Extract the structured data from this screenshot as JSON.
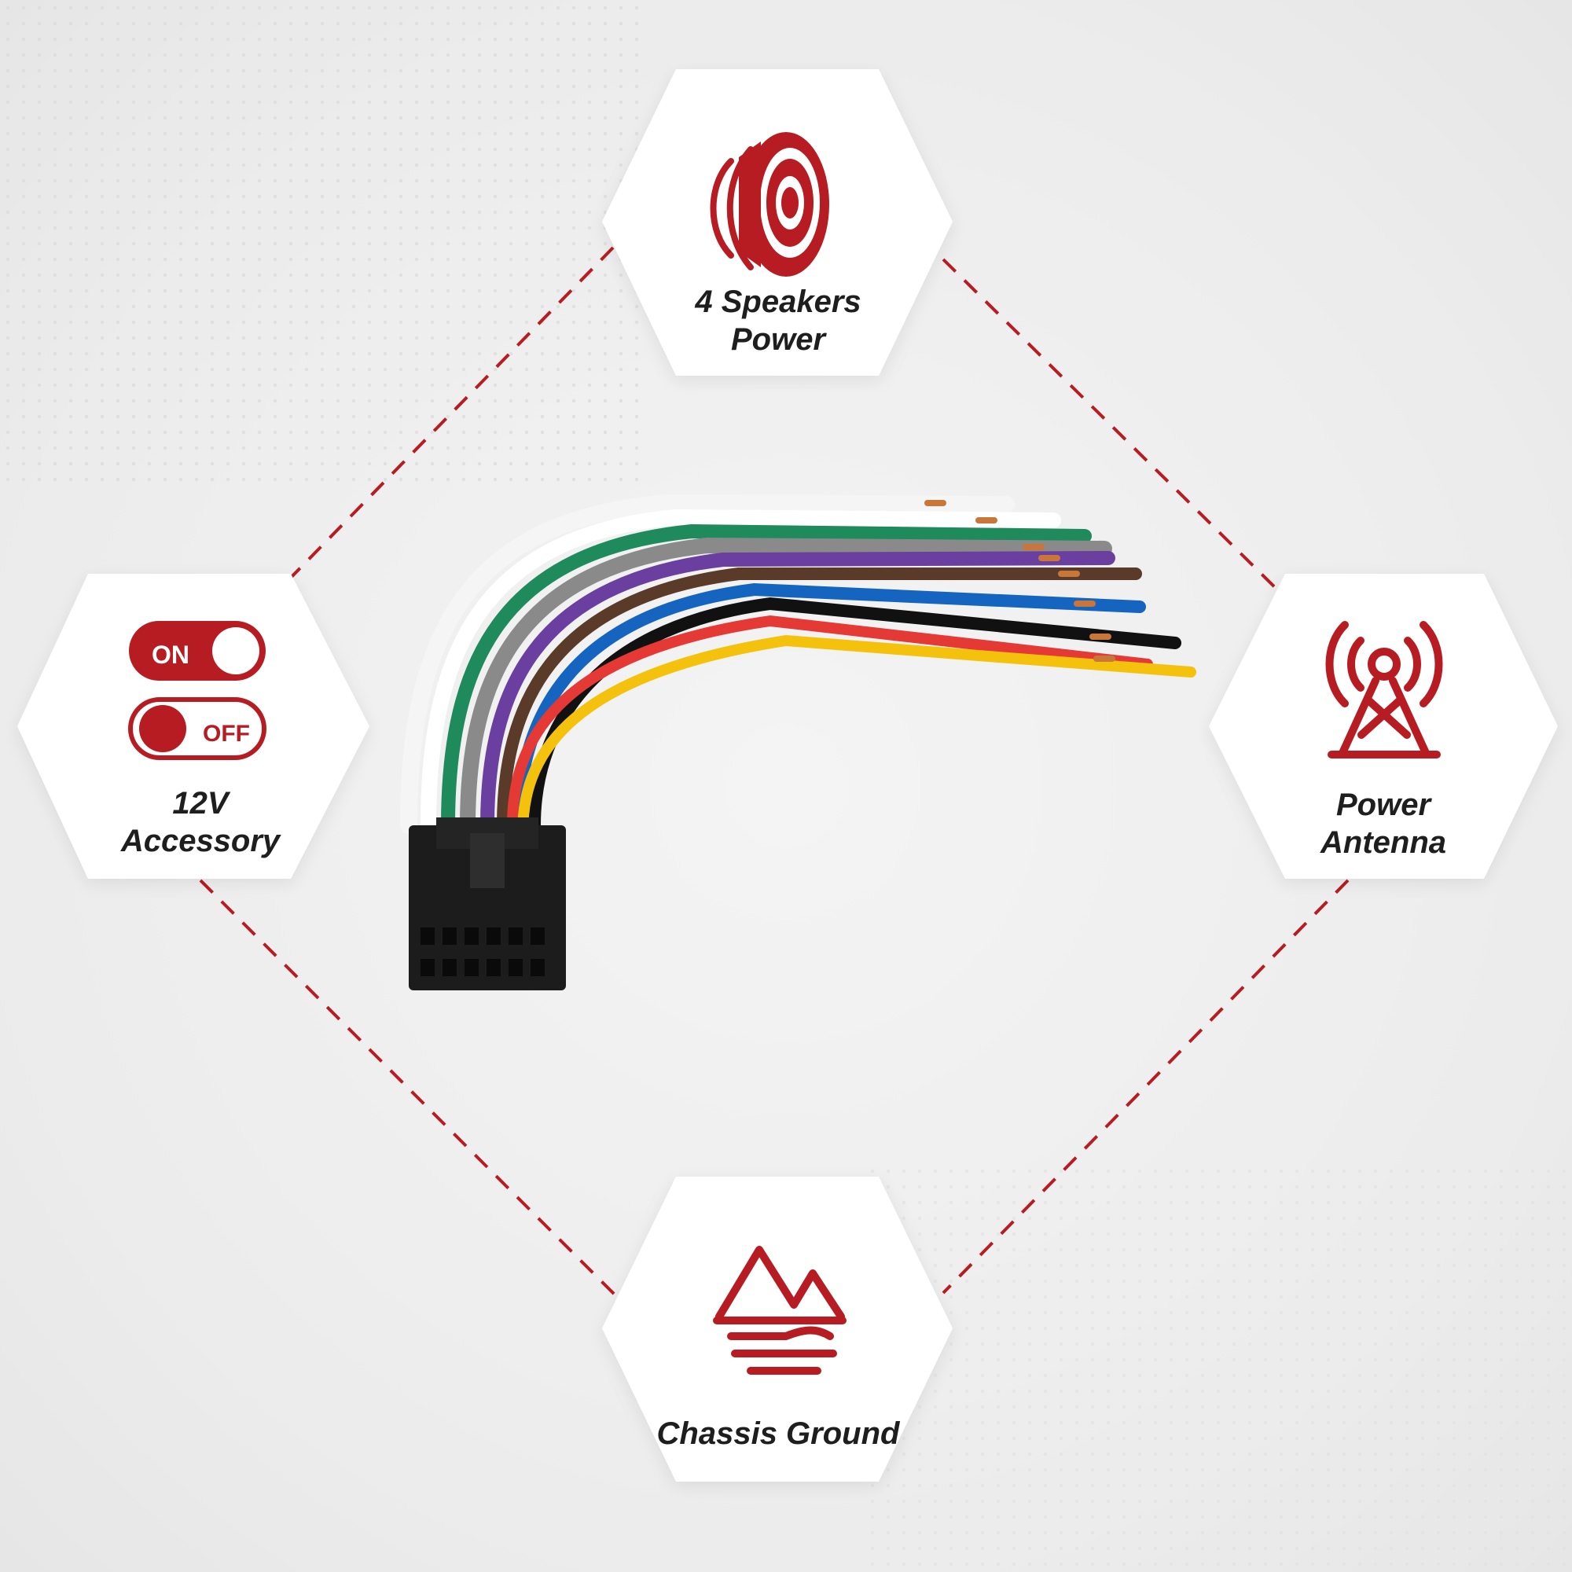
{
  "features": [
    {
      "id": "speakers",
      "line1": "4 Speakers",
      "line2": "Power",
      "icon": "speaker-icon"
    },
    {
      "id": "accessory",
      "line1": "12V",
      "line2": "Accessory",
      "icon": "on-off-toggle-icon"
    },
    {
      "id": "antenna",
      "line1": "Power",
      "line2": "Antenna",
      "icon": "antenna-tower-icon"
    },
    {
      "id": "ground",
      "line1": "Chassis Ground",
      "line2": "",
      "icon": "mountain-ground-icon"
    }
  ],
  "toggle": {
    "on_label": "ON",
    "off_label": "OFF"
  },
  "colors": {
    "accent": "#b71c22",
    "hexagon": "#ffffff",
    "dash_line": "#b71c22",
    "text": "#1e1e1e"
  },
  "product": {
    "image": "wire-harness-connector",
    "wire_colors": [
      "#f5f5f5",
      "#ffffff",
      "#1f8a5b",
      "#8a8a8a",
      "#6b3fa0",
      "#5a3a28",
      "#1565c0",
      "#111111",
      "#e53935",
      "#f4c20d"
    ]
  }
}
